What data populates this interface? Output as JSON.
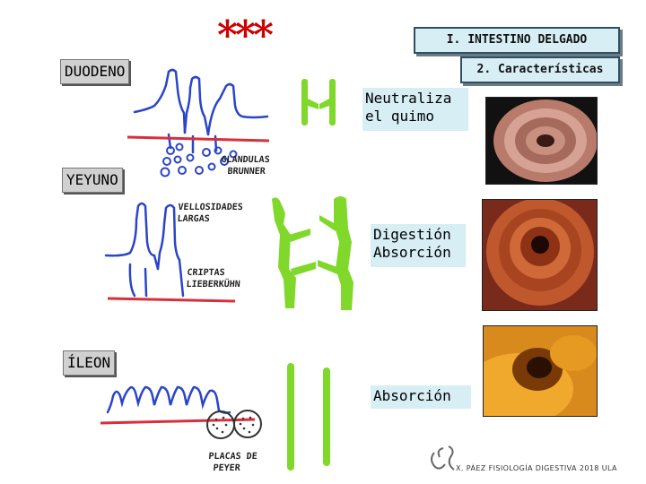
{
  "header": {
    "stars": "***",
    "title": "I. INTESTINO DELGADO",
    "subtitle": "2. Características"
  },
  "segments": [
    {
      "name": "DUODENO",
      "function": "Neutraliza\nel quimo",
      "annotations": [
        "GLANDULAS",
        "BRUNNER"
      ]
    },
    {
      "name": "YEYUNO",
      "function": "Digestión\nAbsorción",
      "annotations": [
        "VELLOSIDADES",
        "LARGAS",
        "CRIPTAS",
        "LIEBERKÜHN"
      ]
    },
    {
      "name": "ÍLEON",
      "function": "Absorción",
      "annotations": [
        "PLACAS DE",
        "PEYER"
      ]
    }
  ],
  "footer": {
    "credit": "X. PÁEZ  FISIOLOGÍA DIGESTIVA 2018  ULA"
  },
  "colors": {
    "accent_red": "#cc0000",
    "label_box_bg": "#d7eef5",
    "villi_blue": "#2b45c8",
    "membrane_red": "#d8303a",
    "villi_green": "#7fd82a"
  }
}
